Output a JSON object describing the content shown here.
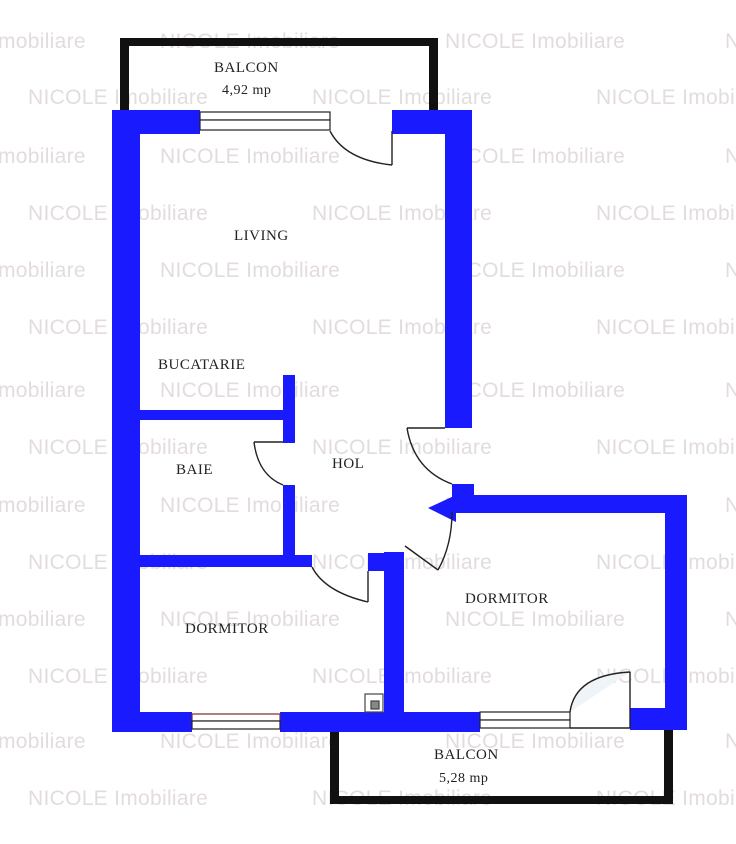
{
  "watermark": {
    "text_full": "NICOLE Imobiliare",
    "text_partial": "mobiliare",
    "color": "#e3dcdf"
  },
  "colors": {
    "wall": "#1a1aff",
    "balcony_wall": "#111111",
    "door_line": "#222222",
    "background": "#ffffff"
  },
  "rooms": [
    {
      "id": "balcon-top",
      "label": "BALCON",
      "area": "4,92 mp"
    },
    {
      "id": "living",
      "label": "LIVING"
    },
    {
      "id": "bucatarie",
      "label": "BUCATARIE"
    },
    {
      "id": "baie",
      "label": "BAIE"
    },
    {
      "id": "hol",
      "label": "HOL"
    },
    {
      "id": "dormitor-left",
      "label": "DORMITOR"
    },
    {
      "id": "dormitor-right",
      "label": "DORMITOR"
    },
    {
      "id": "balcon-bottom",
      "label": "BALCON",
      "area": "5,28 mp"
    }
  ]
}
